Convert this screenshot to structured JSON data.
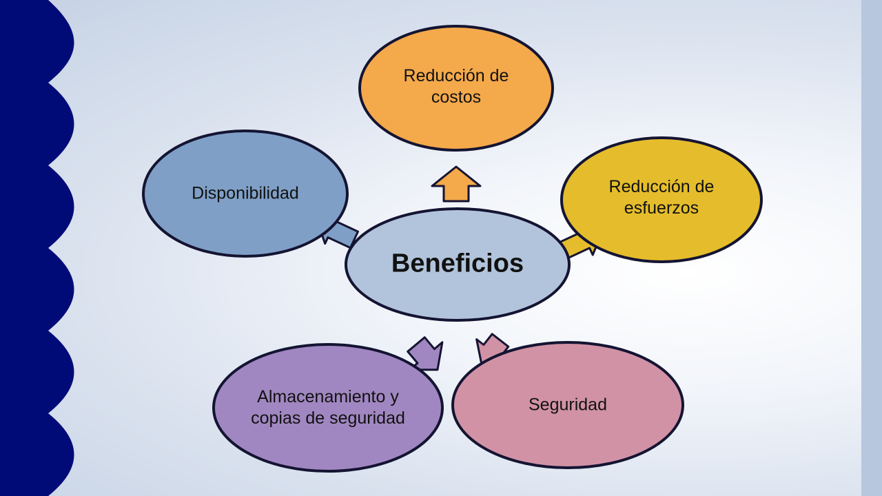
{
  "diagram": {
    "center": {
      "label": "Beneficios",
      "color": "#b2c4db"
    },
    "nodes": [
      {
        "id": "reduccion-costos",
        "label": "Reducción de costos",
        "color": "#f4a94b"
      },
      {
        "id": "reduccion-esfuerzos",
        "label": "Reducción de esfuerzos",
        "color": "#e5bd2c"
      },
      {
        "id": "seguridad",
        "label": "Seguridad",
        "color": "#d292a6"
      },
      {
        "id": "almacenamiento",
        "label": "Almacenamiento y copias de seguridad",
        "color": "#a187c1"
      },
      {
        "id": "disponibilidad",
        "label": "Disponibilidad",
        "color": "#7f9fc6"
      }
    ],
    "outline_color": "#141432",
    "accent_band_color": "#000b78",
    "right_strip_color": "#b6c7de"
  }
}
